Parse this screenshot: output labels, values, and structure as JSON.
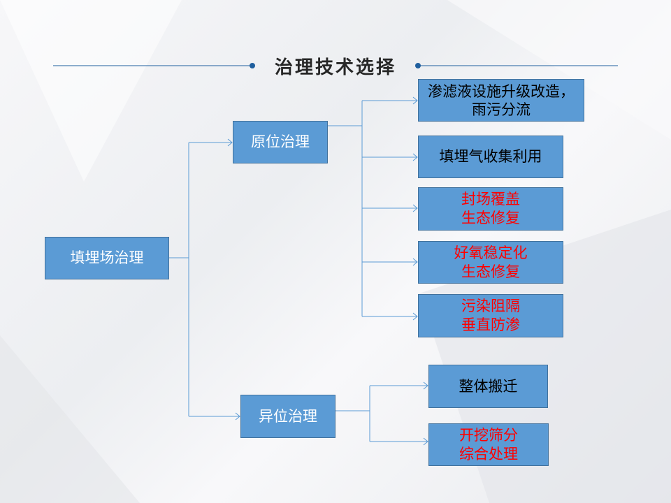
{
  "title": "治理技术选择",
  "colors": {
    "box_fill": "#5b9bd5",
    "box_border": "#41719c",
    "connector": "#5b9bd5",
    "title_rule": "#1f5f9e",
    "highlight_text": "#ff0000"
  },
  "root": {
    "label": "填埋场治理"
  },
  "branches": [
    {
      "label": "原位治理",
      "children": [
        {
          "lines": [
            "渗滤液设施升级改造，",
            "雨污分流"
          ],
          "highlight": false
        },
        {
          "lines": [
            "填埋气收集利用"
          ],
          "highlight": false
        },
        {
          "lines": [
            "封场覆盖",
            "生态修复"
          ],
          "highlight": true
        },
        {
          "lines": [
            "好氧稳定化",
            "生态修复"
          ],
          "highlight": true
        },
        {
          "lines": [
            "污染阻隔",
            "垂直防渗"
          ],
          "highlight": true
        }
      ]
    },
    {
      "label": "异位治理",
      "children": [
        {
          "lines": [
            "整体搬迁"
          ],
          "highlight": false
        },
        {
          "lines": [
            "开挖筛分",
            "综合处理"
          ],
          "highlight": true
        }
      ]
    }
  ]
}
